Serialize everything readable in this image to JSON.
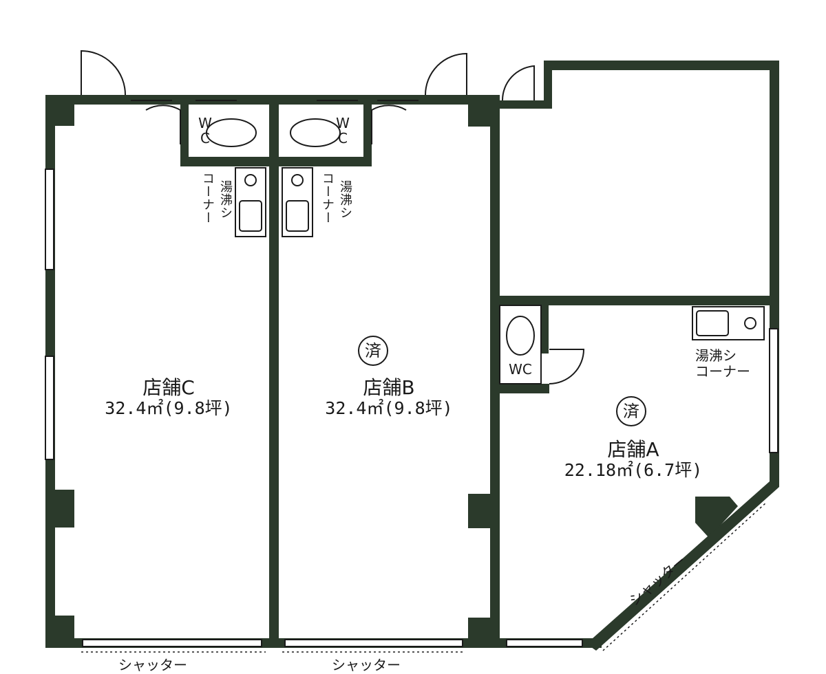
{
  "units": {
    "c": {
      "name": "店舗C",
      "area": "32.4㎡(9.8坪)"
    },
    "b": {
      "name": "店舗B",
      "area": "32.4㎡(9.8坪)",
      "stamp": "済"
    },
    "a": {
      "name": "店舗A",
      "area": "22.18㎡(6.7坪)",
      "stamp": "済"
    }
  },
  "labels": {
    "wc_vertical_top": "W",
    "wc_vertical_bottom": "C",
    "wc_horizontal": "WC",
    "kitchenette_col1": "湯沸シ",
    "kitchenette_col2": "コーナー",
    "kitchenette_line1": "湯沸シ",
    "kitchenette_line2": "コーナー",
    "shutter": "シャッター"
  },
  "colors": {
    "wall": "#2b3a2b",
    "line": "#1a1a1a"
  }
}
